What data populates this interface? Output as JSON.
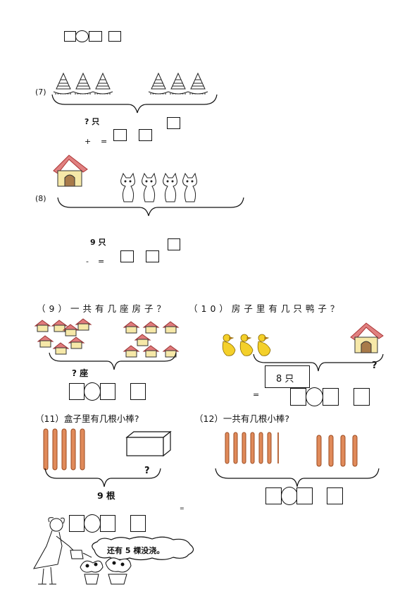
{
  "p7": {
    "num": "(7)",
    "brace_label": "? 只",
    "plus": "+",
    "eq": "="
  },
  "p8": {
    "num": "(8)",
    "brace_label": "9 只",
    "minus": "-",
    "eq": "="
  },
  "p9": {
    "question": "（9）一共有几座房子？",
    "brace_label": "? 座"
  },
  "p10": {
    "question": "（10）房子里有几只鸭子？",
    "qmark": "?",
    "box_label": "8 只",
    "eq": "="
  },
  "p11": {
    "question": "（11）盒子里有几根小棒?",
    "qmark": "?",
    "brace_label": "9 根",
    "eq": "="
  },
  "p12": {
    "question": "（12）一共有几根小棒?"
  },
  "p13": {
    "speech": "还有 5 棵没浇。"
  }
}
